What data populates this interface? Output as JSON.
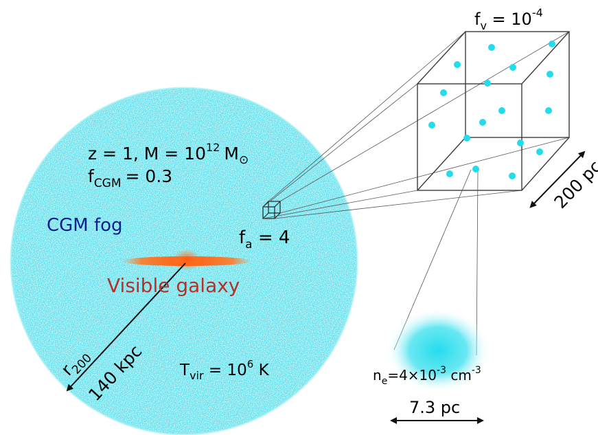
{
  "colors": {
    "fog": "#3fd6e4",
    "fog_light": "#8eeef5",
    "cloud": "#22dcec",
    "galaxy": "#ff6a1a",
    "galaxy_label": "#b2322a",
    "cgm_label": "#0b1f8a",
    "line": "#222222",
    "cube_edge": "#3a3a3a"
  },
  "halo": {
    "params": {
      "z": "z = 1, M = 10",
      "mass_exp": "12",
      "mass_unit": "M",
      "sun_symbol": "⊙",
      "f_prefix": "f",
      "f_sub": "CGM",
      "f_value": "= 0.3"
    },
    "cgm_label": "CGM fog",
    "galaxy_label": "Visible galaxy",
    "radius": {
      "r_main": "r",
      "r_sub": "200",
      "distance": "140 kpc"
    },
    "temperature": {
      "t_main": "T",
      "t_sub": "vir",
      "t_eq": " = 10",
      "t_exp": "6",
      "t_unit": " K"
    },
    "fa": {
      "main": "f",
      "sub": "a",
      "value": " = 4"
    }
  },
  "cube": {
    "fv": {
      "main": "f",
      "sub": "v",
      "eq": " = 10",
      "exp": "-4"
    },
    "size_label": "200 pc"
  },
  "cloud": {
    "density": {
      "n": "n",
      "sub": "e",
      "eq": "=4×10",
      "exp": "-3",
      "unit": " cm",
      "unit_exp": "-3"
    },
    "size_label": "7.3 pc"
  }
}
